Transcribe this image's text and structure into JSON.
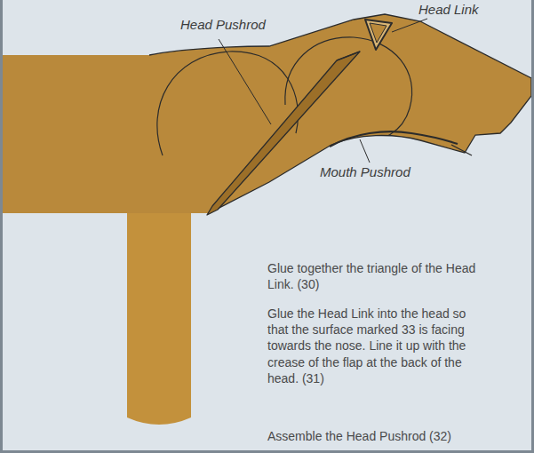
{
  "diagram": {
    "labels": [
      "Head Pushrod",
      "Head Link",
      "Mouth Pushrod",
      "Glue together the triangle of the Head Link. (30)",
      "Glue the Head Link into the head so that the surface marked 33 is facing towards the nose. Line it up with the crease of the flap at the back of the head. (31)",
      "Assemble the Head Pushrod (32)"
    ]
  }
}
